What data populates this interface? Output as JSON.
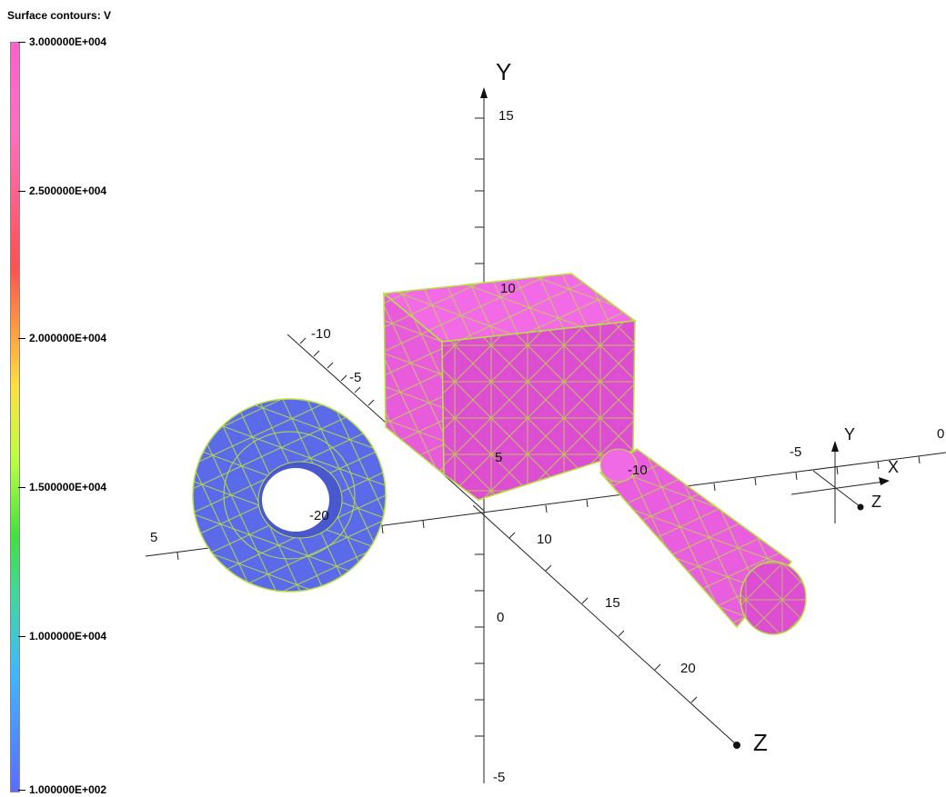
{
  "legend": {
    "title": "Surface contours: V",
    "ticks": [
      {
        "label": "3.000000E+004",
        "value": 30000
      },
      {
        "label": "2.500000E+004",
        "value": 25000
      },
      {
        "label": "2.000000E+004",
        "value": 20000
      },
      {
        "label": "1.500000E+004",
        "value": 15000
      },
      {
        "label": "1.000000E+004",
        "value": 10000
      },
      {
        "label": "1.000000E+002",
        "value": 100
      }
    ]
  },
  "axes": {
    "y_name": "Y",
    "z_name": "Z",
    "y_ticks": [
      "15",
      "10",
      "5",
      "0",
      "-5"
    ],
    "z_ticks": [
      "10",
      "15",
      "20"
    ],
    "x_ticks": [
      "5",
      "-20",
      "-10"
    ],
    "back_ticks": [
      "-10",
      "-5"
    ]
  },
  "orientation_triad": {
    "y": "Y",
    "x": "X",
    "z": "Z",
    "tick_left": "-5",
    "tick_right": "0"
  },
  "colors": {
    "torus": "#5a6ae8",
    "box": "#f05ee0",
    "cylinder": "#f05ee0",
    "mesh": "#b8e040"
  }
}
